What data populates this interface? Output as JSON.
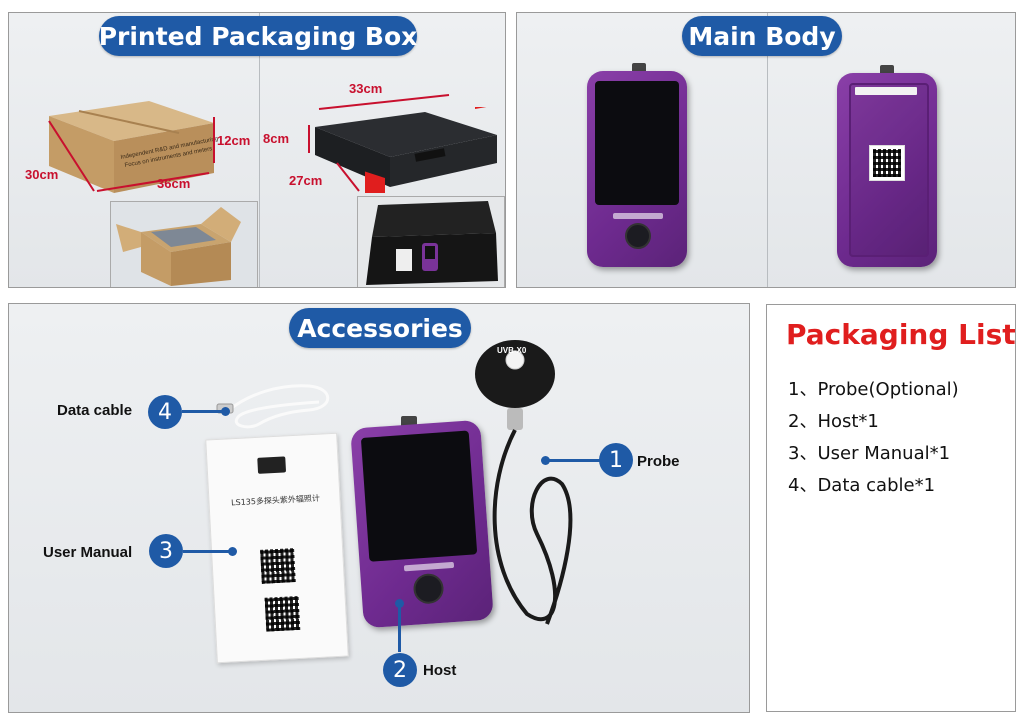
{
  "sections": {
    "packaging_box": "Printed Packaging Box",
    "main_body": "Main Body",
    "accessories": "Accessories"
  },
  "dimensions": {
    "carton_height": "12cm",
    "carton_depth": "30cm",
    "carton_width": "36cm",
    "case_width": "33cm",
    "case_height": "8cm",
    "case_depth": "27cm"
  },
  "accessories": {
    "items": [
      {
        "number": "1",
        "label": "Probe"
      },
      {
        "number": "2",
        "label": "Host"
      },
      {
        "number": "3",
        "label": "User Manual"
      },
      {
        "number": "4",
        "label": "Data cable"
      }
    ],
    "probe_text": "UVB-X0",
    "manual_title": "LS135多探头紫外辐照计"
  },
  "packaging_list": {
    "title": "Packaging List",
    "items": [
      "1、Probe(Optional)",
      "2、Host*1",
      "3、User Manual*1",
      "4、Data cable*1"
    ]
  },
  "colors": {
    "accent_blue": "#1f5aa6",
    "list_title_red": "#e01e1e",
    "dimension_red": "#c8102e",
    "device_purple": "#7a3399"
  }
}
